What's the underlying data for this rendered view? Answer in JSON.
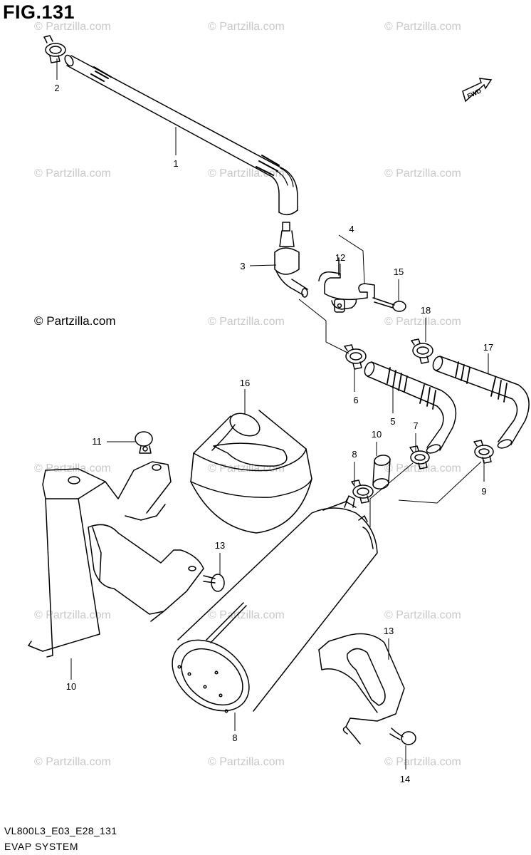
{
  "figure": {
    "title": "FIG.131",
    "copyright": "© Partzilla.com",
    "model_code": "VL800L3_E03_E28_131",
    "system_name": "EVAP SYSTEM",
    "direction_label": "FWD"
  },
  "watermark_text": "© Partzilla.com",
  "callouts": [
    "1",
    "2",
    "3",
    "4",
    "5",
    "6",
    "7",
    "8",
    "8",
    "9",
    "10",
    "10",
    "11",
    "12",
    "13",
    "13",
    "14",
    "15",
    "16",
    "17",
    "18"
  ],
  "colors": {
    "line": "#000000",
    "watermark": "#c8c8c8",
    "background": "#ffffff"
  }
}
